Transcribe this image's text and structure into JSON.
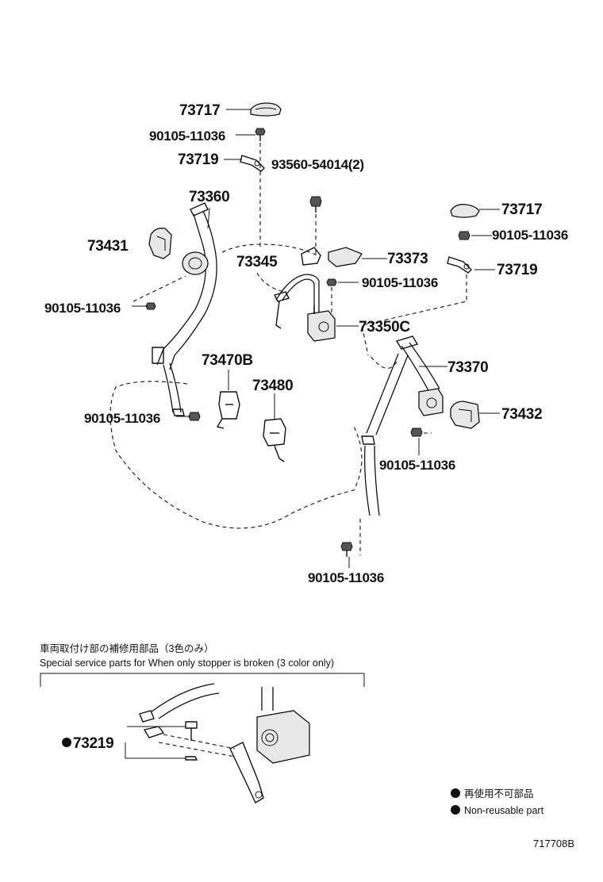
{
  "labels": {
    "p73717_top": "73717",
    "p90105_top": "90105-11036",
    "p73719_top": "73719",
    "p93560": "93560-54014(2)",
    "p73360": "73360",
    "p73431": "73431",
    "p73345": "73345",
    "p73373": "73373",
    "p90105_center": "90105-11036",
    "p90105_left": "90105-11036",
    "p73350c": "73350C",
    "p73470b": "73470B",
    "p73480": "73480",
    "p90105_lowleft": "90105-11036",
    "p73717_right": "73717",
    "p90105_right": "90105-11036",
    "p73719_right": "73719",
    "p73370": "73370",
    "p73432": "73432",
    "p90105_lowright": "90105-11036",
    "p90105_bottom": "90105-11036"
  },
  "special": {
    "title_jp": "車両取付け部の補修用部品（3色のみ）",
    "title_en": "Special service parts for When only stopper is broken (3 color only)",
    "part": "73219"
  },
  "legend": {
    "jp": "再使用不可部品",
    "en": "Non-reusable part"
  },
  "figure_code": "717708B"
}
